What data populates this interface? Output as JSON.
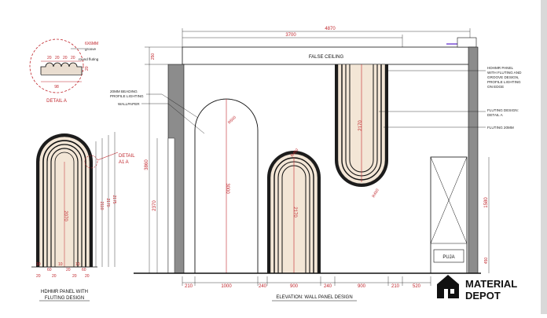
{
  "detail_a": {
    "dims": [
      "6X6MM",
      "20",
      "20",
      "20",
      "20",
      "98",
      "20"
    ],
    "notes": [
      "groove",
      "round fluting"
    ],
    "title": "DETAIL A"
  },
  "panel": {
    "title_line1": "HDHMR PANEL WITH",
    "title_line2": "FLUTING DESIGN",
    "height_dims": [
      "2070",
      "2110",
      "2170",
      "2175"
    ],
    "base_dims": [
      "10",
      "60",
      "10",
      "20",
      "10",
      "60"
    ],
    "bottom_dims": [
      "20",
      "20",
      "20",
      "20"
    ],
    "detail_callout_1": "DETAIL",
    "detail_callout_2": "A1 A"
  },
  "elevation": {
    "title": "ELEVATION: WALL PANEL DESIGN",
    "false_ceiling": "FALSE CEILING",
    "overall_width": "4870",
    "inner_width": "3700",
    "top_offset": "250",
    "height": "3860",
    "left_height": "2370",
    "arch1": {
      "height": "3000",
      "radius": "R500"
    },
    "arch2": {
      "height": "2170",
      "radius": "R450"
    },
    "arch3": {
      "height": "2170",
      "radius": "R450"
    },
    "right_dims": [
      "1580",
      "450"
    ],
    "puja": "PUJA",
    "bottom_dims": [
      "210",
      "1000",
      "240",
      "900",
      "240",
      "900",
      "210",
      "520"
    ],
    "notes": {
      "beading_1": "20MM BEADING",
      "beading_2": "PROFILE LIGHTING",
      "wallpaper": "WALLPAPER",
      "hdhmr_1": "HDHMR PANEL",
      "hdhmr_2": "WITH FLUTING AND",
      "hdhmr_3": "GROOVE DESIGN,",
      "hdhmr_4": "PROFILE LIGHTING",
      "hdhmr_5": "ON EDGE",
      "fluting_1": "FLUTING DESIGN:",
      "fluting_2": "DETAIL A",
      "fluting_20": "FLUTING 20MM"
    }
  },
  "logo": {
    "line1": "MATERIAL",
    "line2": "DEPOT",
    "icon": "house-icon"
  },
  "colors": {
    "dimension": "#c0262c",
    "panel_fill": "#f3e6d6",
    "wall": "#8a8a8a",
    "accent": "#7a4fd6"
  }
}
